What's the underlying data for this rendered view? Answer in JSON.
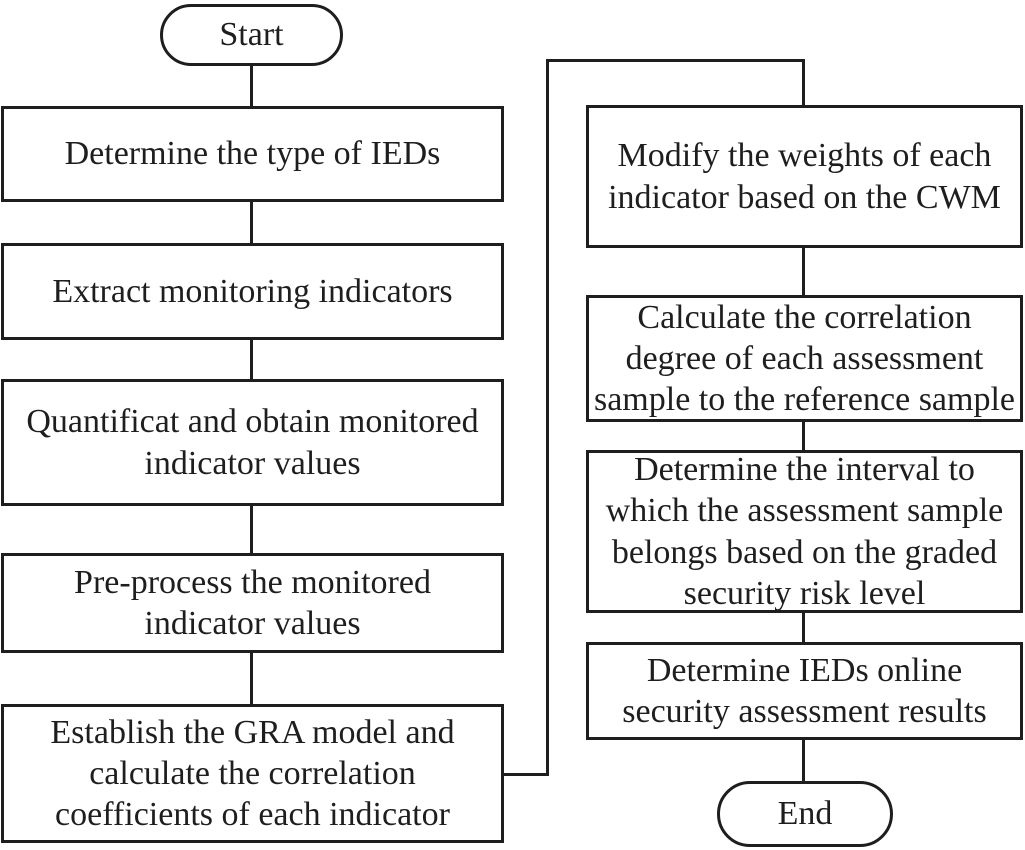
{
  "diagram": {
    "type": "flowchart",
    "colors": {
      "stroke": "#1e1e1e",
      "fill": "#ffffff",
      "text": "#1e1e1e"
    },
    "nodes": {
      "start": {
        "shape": "terminator",
        "label": "Start"
      },
      "determine_ied_type": {
        "shape": "process",
        "label": "Determine the type of IEDs"
      },
      "extract_indicators": {
        "shape": "process",
        "label": "Extract monitoring indicators"
      },
      "quantify_values": {
        "shape": "process",
        "label": "Quantificat and obtain monitored\nindicator values"
      },
      "preprocess_values": {
        "shape": "process",
        "label": "Pre-process the monitored\nindicator values"
      },
      "establish_gra": {
        "shape": "process",
        "label": "Establish the GRA model and\ncalculate the correlation\ncoefficients of each indicator"
      },
      "modify_weights": {
        "shape": "process",
        "label": "Modify the weights of each\nindicator based on the CWM"
      },
      "calc_correlation_degree": {
        "shape": "process",
        "label": "Calculate the correlation\ndegree of each assessment\nsample to the reference sample"
      },
      "determine_interval": {
        "shape": "process",
        "label": "Determine the interval to\nwhich the assessment sample\nbelongs based on the graded\nsecurity risk level"
      },
      "determine_results": {
        "shape": "process",
        "label": "Determine IEDs online\nsecurity assessment results"
      },
      "end": {
        "shape": "terminator",
        "label": "End"
      }
    },
    "edges": [
      {
        "from": "start",
        "to": "determine_ied_type"
      },
      {
        "from": "determine_ied_type",
        "to": "extract_indicators"
      },
      {
        "from": "extract_indicators",
        "to": "quantify_values"
      },
      {
        "from": "quantify_values",
        "to": "preprocess_values"
      },
      {
        "from": "preprocess_values",
        "to": "establish_gra"
      },
      {
        "from": "establish_gra",
        "to": "modify_weights"
      },
      {
        "from": "modify_weights",
        "to": "calc_correlation_degree"
      },
      {
        "from": "calc_correlation_degree",
        "to": "determine_interval"
      },
      {
        "from": "determine_interval",
        "to": "determine_results"
      },
      {
        "from": "determine_results",
        "to": "end"
      }
    ]
  }
}
